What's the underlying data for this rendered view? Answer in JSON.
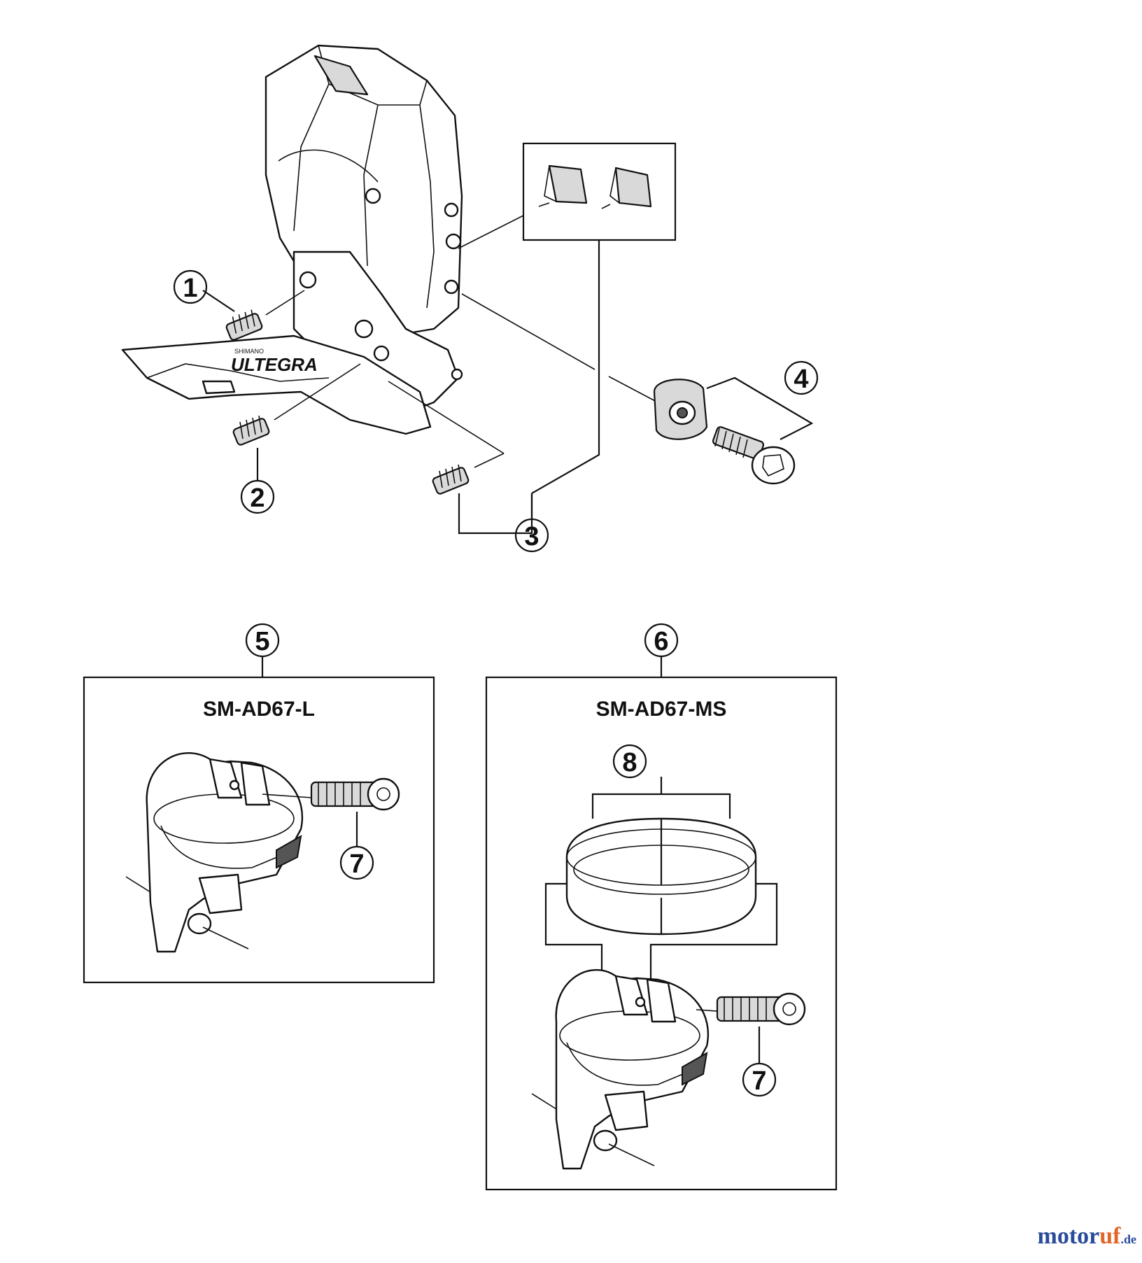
{
  "callouts": {
    "c1": "1",
    "c2": "2",
    "c3": "3",
    "c4": "4",
    "c5": "5",
    "c6": "6",
    "c7a": "7",
    "c7b": "7",
    "c8": "8"
  },
  "boxes": {
    "left_title": "SM-AD67-L",
    "right_title": "SM-AD67-MS"
  },
  "derailleur": {
    "brand_label": "ULTEGRA",
    "maker_label": "SHIMANO"
  },
  "watermark": {
    "name_a": "motor",
    "name_b": "uf",
    "tld": ".de"
  }
}
